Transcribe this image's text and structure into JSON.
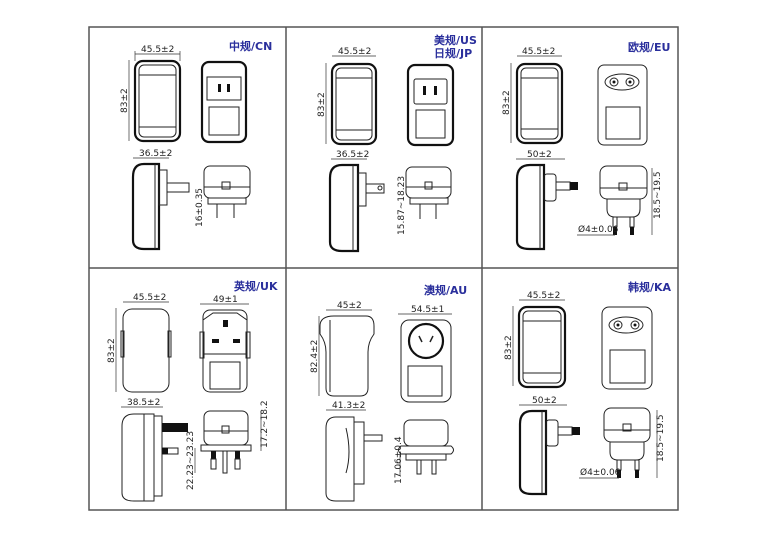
{
  "accent_color": "#2a2f9c",
  "panels": [
    {
      "id": "cn",
      "label_lines": [
        "中规/CN"
      ],
      "front_width": "45.5±2",
      "front_height": "83±2",
      "side_depth": "36.5±2",
      "pin_length": "16±0.35"
    },
    {
      "id": "us-jp",
      "label_lines": [
        "美规/US",
        "日规/JP"
      ],
      "front_width": "45.5±2",
      "front_height": "83±2",
      "side_depth": "36.5±2",
      "pin_length": "15.87~18.23"
    },
    {
      "id": "eu",
      "label_lines": [
        "欧规/EU"
      ],
      "front_width": "45.5±2",
      "front_height": "83±2",
      "side_depth": "50±2",
      "pin_length": "18.5~19.5",
      "pin_diameter": "Ø4±0.06"
    },
    {
      "id": "uk",
      "label_lines": [
        "英规/UK"
      ],
      "front_width": "45.5±2",
      "front_height": "83±2",
      "back_width": "49±1",
      "side_depth": "38.5±2",
      "pin_length": "17.2~18.2",
      "pin_span": "22.23~23.23"
    },
    {
      "id": "au",
      "label_lines": [
        "澳规/AU"
      ],
      "front_width": "45±2",
      "front_height": "82.4±2",
      "back_width": "54.5±1",
      "side_depth": "41.3±2",
      "pin_length": "17.06±0.4"
    },
    {
      "id": "ka",
      "label_lines": [
        "韩规/KA"
      ],
      "front_width": "45.5±2",
      "front_height": "83±2",
      "side_depth": "50±2",
      "pin_length": "18.5~19.5",
      "pin_diameter": "Ø4±0.06"
    }
  ]
}
